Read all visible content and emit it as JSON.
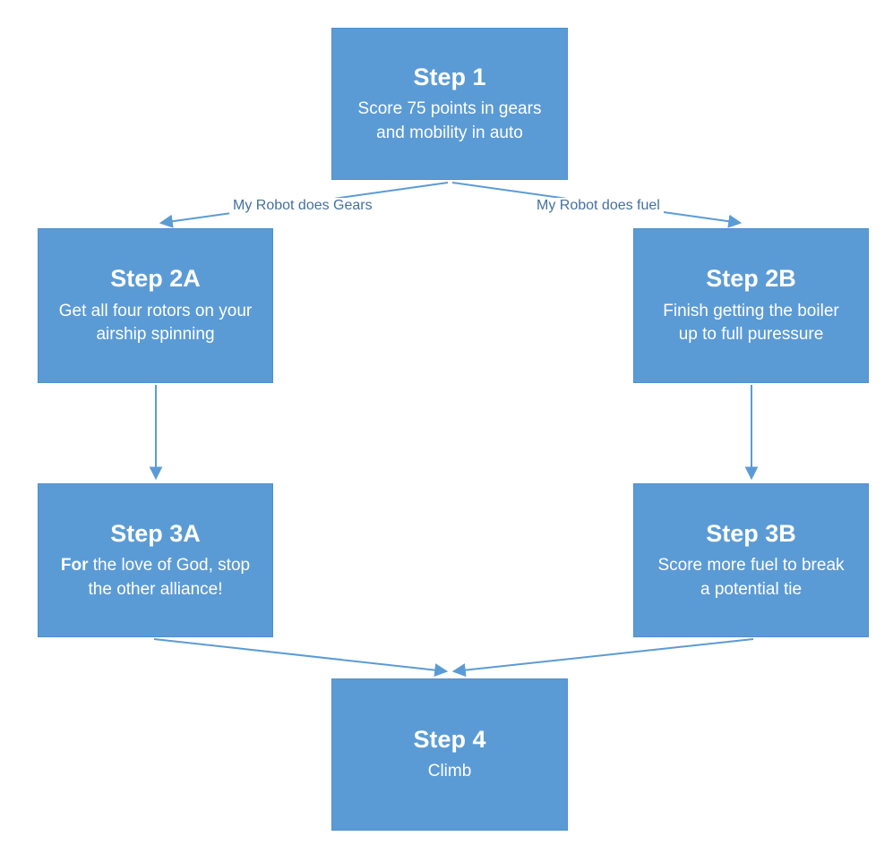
{
  "page": {
    "background": "#ffffff"
  },
  "colors": {
    "node_fill": "#5b9bd5",
    "node_border": "#4f8fcc",
    "node_text": "#ffffff",
    "connector": "#5b9bd5",
    "edge_label_text": "#44709e"
  },
  "nodes": [
    {
      "id": "step-1",
      "title": "Step 1",
      "body": "Score 75 points in gears and mobility in auto"
    },
    {
      "id": "step-2a",
      "title": "Step 2A",
      "body": "Get all four rotors on your airship spinning"
    },
    {
      "id": "step-2b",
      "title": "Step 2B",
      "body": "Finish getting the boiler up to full puressure"
    },
    {
      "id": "step-3a",
      "title": "Step 3A",
      "body_bold": "For",
      "body_rest": " the love of God, stop the other alliance!"
    },
    {
      "id": "step-3b",
      "title": "Step 3B",
      "body": "Score more fuel to break a potential tie"
    },
    {
      "id": "step-4",
      "title": "Step 4",
      "body": "Climb"
    }
  ],
  "edge_labels": [
    {
      "id": "gears",
      "text": "My Robot does Gears"
    },
    {
      "id": "fuel",
      "text": "My Robot does fuel"
    }
  ]
}
